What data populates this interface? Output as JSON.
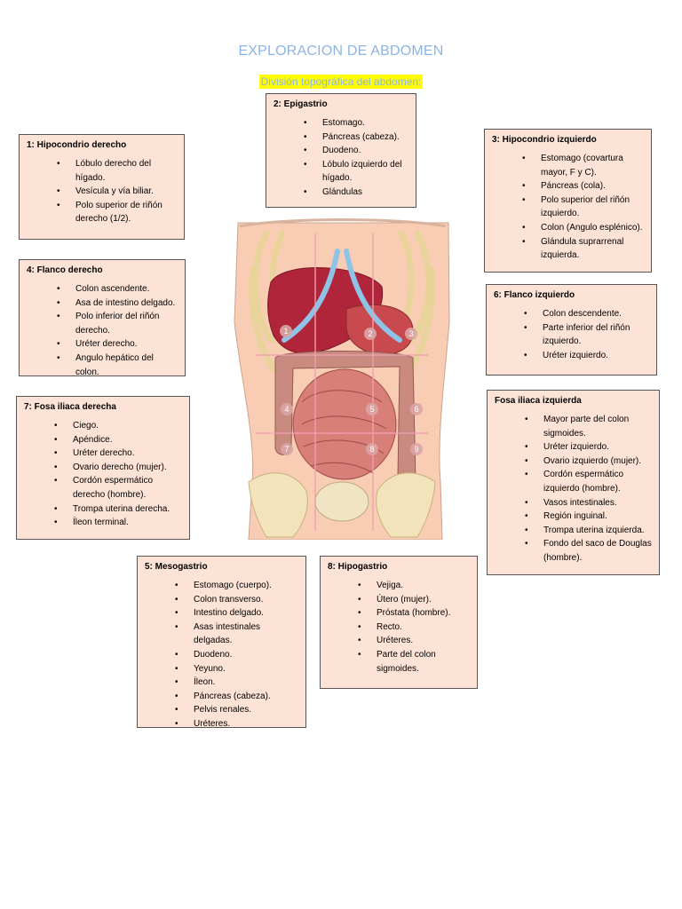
{
  "title": "EXPLORACION DE ABDOMEN",
  "subtitle": "División topográfica del abdomen:",
  "regions": {
    "r1": {
      "heading": "1: Hipocondrio derecho",
      "items": [
        "Lóbulo derecho del hígado.",
        "Vesícula y vía biliar.",
        "Polo superior de riñón derecho (1/2)."
      ]
    },
    "r2": {
      "heading": "2: Epigastrio",
      "items": [
        "Estomago.",
        "Páncreas (cabeza).",
        "Duodeno.",
        "Lóbulo izquierdo del hígado.",
        "Glándulas"
      ]
    },
    "r3": {
      "heading": "3: Hipocondrio izquierdo",
      "items": [
        "Estomago (covartura mayor, F y C).",
        "Páncreas (cola).",
        "Polo superior del riñón izquierdo.",
        "Colon (Angulo esplénico).",
        "Glándula suprarrenal izquierda."
      ]
    },
    "r4": {
      "heading": "4: Flanco derecho",
      "items": [
        "Colon ascendente.",
        "Asa de intestino delgado.",
        "Polo inferior del riñón derecho.",
        "Uréter derecho.",
        "Angulo hepático del colon."
      ]
    },
    "r6": {
      "heading": "6: Flanco izquierdo",
      "items": [
        "Colon descendente.",
        "Parte inferior del riñón izquierdo.",
        "Uréter izquierdo."
      ]
    },
    "r7": {
      "heading": "7: Fosa iliaca derecha",
      "items": [
        "Ciego.",
        "Apéndice.",
        "Uréter derecho.",
        "Ovario derecho (mujer).",
        "Cordón espermático derecho (hombre).",
        "Trompa uterina derecha.",
        "Íleon terminal."
      ]
    },
    "r9": {
      "heading": "Fosa iliaca izquierda",
      "items": [
        "Mayor parte del colon sigmoides.",
        "Uréter izquierdo.",
        "Ovario izquierdo (mujer).",
        "Cordón espermático izquierdo (hombre).",
        "Vasos intestinales.",
        "Región inguinal.",
        "Trompa uterina izquierda.",
        "Fondo del saco de Douglas (hombre)."
      ]
    },
    "r5": {
      "heading": "5: Mesogastrio",
      "items": [
        "Estomago (cuerpo).",
        "Colon transverso.",
        "Intestino delgado.",
        "Asas intestinales delgadas.",
        "Duodeno.",
        "Yeyuno.",
        "Íleon.",
        "Páncreas (cabeza).",
        "Pelvis renales.",
        "Uréteres."
      ]
    },
    "r8": {
      "heading": "8: Hipogastrio",
      "items": [
        "Vejiga.",
        "Útero (mujer).",
        "Próstata (hombre).",
        "Recto.",
        "Uréteres.",
        "Parte del colon sigmoides."
      ]
    }
  },
  "figure": {
    "region_markers": [
      "1",
      "2",
      "3",
      "4",
      "5",
      "6",
      "7",
      "8",
      "9"
    ]
  }
}
